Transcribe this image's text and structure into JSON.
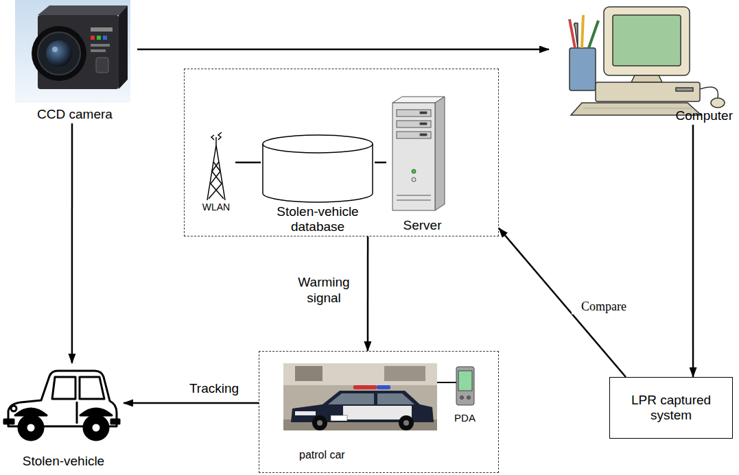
{
  "diagram": {
    "nodes": [
      {
        "text": [
          "CCD camera"
        ]
      },
      {
        "text": [
          "Computer"
        ]
      },
      {
        "text": []
      },
      {
        "text": [
          "WLAN"
        ],
        "in": 2
      },
      {
        "text": [
          "Stolen-vehicle database"
        ],
        "in": 2
      },
      {
        "text": [
          "Server"
        ],
        "in": 2
      },
      {
        "text": [
          "patrol car"
        ]
      },
      {
        "text": [
          "PDA"
        ],
        "in": 6
      },
      {
        "text": [
          "LPR captured system"
        ]
      },
      {
        "text": [
          "Stolen-vehicle"
        ]
      }
    ],
    "edges": [
      {
        "from": 0,
        "to": 1,
        "arrow": "to"
      },
      {
        "from": 0,
        "to": 9,
        "arrow": "to"
      },
      {
        "from": 3,
        "to": 4,
        "arrow": "none"
      },
      {
        "from": 4,
        "to": 5,
        "arrow": "none"
      },
      {
        "from": 2,
        "to": 6,
        "label": "Warming signal",
        "arrow": "to"
      },
      {
        "from": 1,
        "to": 8,
        "arrow": "to"
      },
      {
        "from": 8,
        "to": 2,
        "label": "Compare",
        "arrow": "to"
      },
      {
        "from": 6,
        "to": 9,
        "label": "Tracking",
        "arrow": "to"
      }
    ]
  }
}
